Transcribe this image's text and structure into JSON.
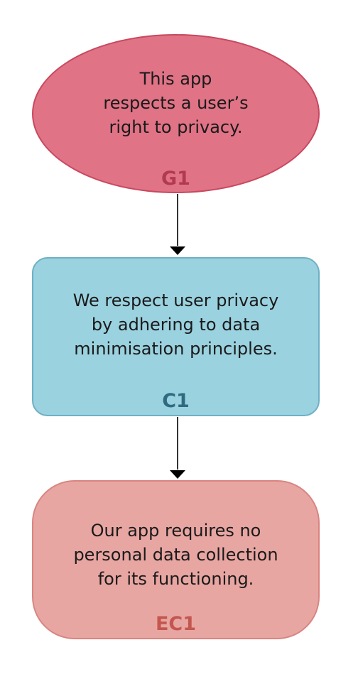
{
  "nodes": {
    "g1": {
      "text": "This app\nrespects a user’s\nright to privacy.",
      "id": "G1"
    },
    "c1": {
      "text": "We respect user privacy\nby adhering to data\nminimisation principles.",
      "id": "C1"
    },
    "ec1": {
      "text": "Our app requires no\npersonal data collection\nfor its functioning.",
      "id": "EC1"
    }
  },
  "colors": {
    "goal_fill": "#e07386",
    "claim_fill": "#9bd2e0",
    "evidence_fill": "#e8a6a2",
    "arrow": "#000000"
  }
}
